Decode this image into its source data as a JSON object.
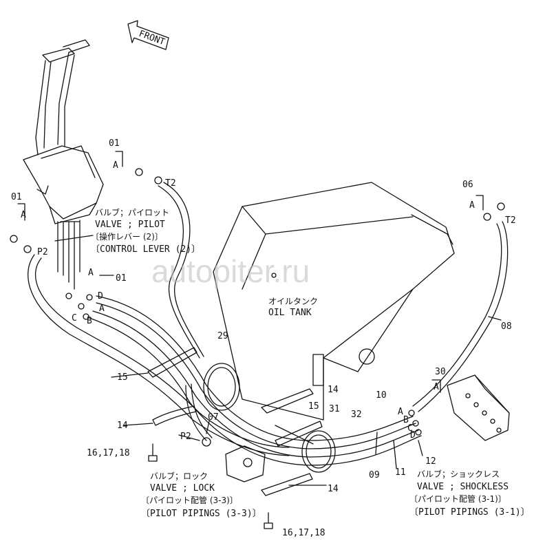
{
  "front": "FRONT",
  "watermark": "autopiter.ru",
  "oil_tank": {
    "jp": "オイルタンク",
    "en": "OIL TANK"
  },
  "valve_pilot": {
    "jp": "バルブ；パイロット",
    "en": "VALVE ; PILOT",
    "jp_sub": "〔操作レバー (2)〕",
    "en_sub": "〔CONTROL LEVER (2)〕"
  },
  "valve_lock": {
    "jp": "バルブ；ロック",
    "en": "VALVE ; LOCK",
    "jp_sub": "〔パイロット配管 (3-3)〕",
    "en_sub": "〔PILOT PIPINGS (3-3)〕"
  },
  "valve_shockless": {
    "jp": "バルブ；ショックレス",
    "en": "VALVE ; SHOCKLESS",
    "jp_sub": "〔パイロット配管 (3-1)〕",
    "en_sub": "〔PILOT PIPINGS (3-1)〕"
  },
  "callouts": {
    "c01a": "01",
    "c01b": "01",
    "c01c": "01",
    "c06": "06",
    "c07": "07",
    "c08": "08",
    "c09": "09",
    "c10": "10",
    "c11": "11",
    "c12": "12",
    "c14a": "14",
    "c14b": "14",
    "c14c": "14",
    "c15a": "15",
    "c15b": "15",
    "c161718a": "16,17,18",
    "c161718b": "16,17,18",
    "c29": "29",
    "c30": "30",
    "c31": "31",
    "c32": "32"
  },
  "ports": {
    "t2a": "T2",
    "t2b": "T2",
    "p2a": "P2",
    "p2b": "P2",
    "a1": "A",
    "a2": "A",
    "a3": "A",
    "a4": "A",
    "a5": "A",
    "a6": "A",
    "a7": "A",
    "b1": "B",
    "b2": "B",
    "c1": "C",
    "c2": "C",
    "d1": "D",
    "d2": "D"
  }
}
